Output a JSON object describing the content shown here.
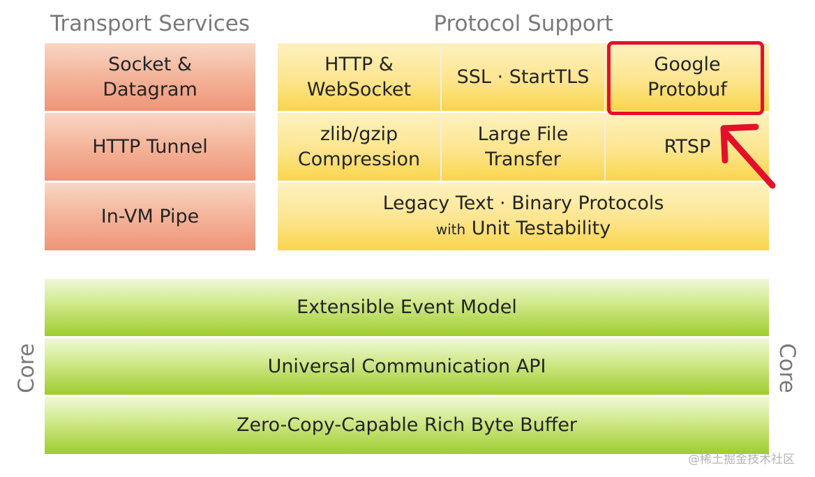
{
  "headings": {
    "transport": "Transport Services",
    "protocol": "Protocol Support"
  },
  "transport": {
    "socket_l1": "Socket &",
    "socket_l2": "Datagram",
    "http_tunnel": "HTTP Tunnel",
    "invm_pipe": "In-VM Pipe"
  },
  "protocol": {
    "http_l1": "HTTP &",
    "http_l2": "WebSocket",
    "ssl": "SSL · StartTLS",
    "protobuf_l1": "Google",
    "protobuf_l2": "Protobuf",
    "zlib_l1": "zlib/gzip",
    "zlib_l2": "Compression",
    "largefile_l1": "Large File",
    "largefile_l2": "Transfer",
    "rtsp": "RTSP",
    "legacy_l1": "Legacy Text · Binary Protocols",
    "legacy_with": "with",
    "legacy_l2": "Unit Testability"
  },
  "core": {
    "event_model": "Extensible Event Model",
    "comm_api": "Universal Communication API",
    "byte_buffer": "Zero-Copy-Capable Rich Byte Buffer",
    "left_label": "Core",
    "right_label": "Core"
  },
  "colors": {
    "highlight": "#e4102a",
    "transport": "#f4b79d",
    "protocol": "#fde58e",
    "core": "#c4e27a"
  },
  "watermark": "@稀土掘金技术社区"
}
